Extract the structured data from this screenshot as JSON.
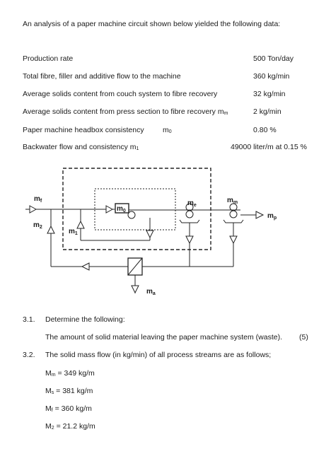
{
  "intro": "An analysis of a paper machine circuit shown below yielded the following data:",
  "data_rows": [
    {
      "label": "Production rate",
      "value": "500 Ton/day"
    },
    {
      "label": "Total fibre, filler and additive flow to the machine",
      "value": "360 kg/min"
    },
    {
      "label": "Average solids content from couch system to fibre recovery",
      "value": "32 kg/min"
    },
    {
      "label": "Average solids content from press section to fibre recovery",
      "label_var": "m",
      "label_sub": "m",
      "value": "2 kg/min"
    },
    {
      "label": "Paper machine headbox consistency",
      "label_var": "m",
      "label_sub": "0",
      "value": "0.80 %"
    },
    {
      "label": "Backwater flow and consistency m",
      "label_sub": "1",
      "value": "49000 liter/m at 0.15 %"
    }
  ],
  "diagram": {
    "labels": {
      "mf": "m",
      "mf_sub": "f",
      "m2": "m",
      "m2_sub": "2",
      "m1": "m",
      "m1_sub": "1",
      "m0": "m",
      "m0_sub": "0",
      "me": "m",
      "me_sub": "e",
      "mm": "m",
      "mm_sub": "m",
      "mp": "m",
      "mp_sub": "p",
      "ma": "m",
      "ma_sub": "a"
    }
  },
  "questions": {
    "q31_num": "3.1.",
    "q31_text": "Determine the following:",
    "q31_sub": "The amount of solid material leaving the paper machine system (waste).",
    "q31_marks": "(5)",
    "q32_num": "3.2.",
    "q32_text": "The solid mass flow (in kg/min) of all process streams are as follows;",
    "flows": [
      {
        "var": "M",
        "sub": "m",
        "value": " = 349 kg/m"
      },
      {
        "var": "M",
        "sub": "s",
        "value": " = 381 kg/m"
      },
      {
        "var": "M",
        "sub": "f",
        "value": " = 360 kg/m"
      },
      {
        "var": "M",
        "sub": "2",
        "value": " = 21.2 kg/m"
      }
    ]
  }
}
